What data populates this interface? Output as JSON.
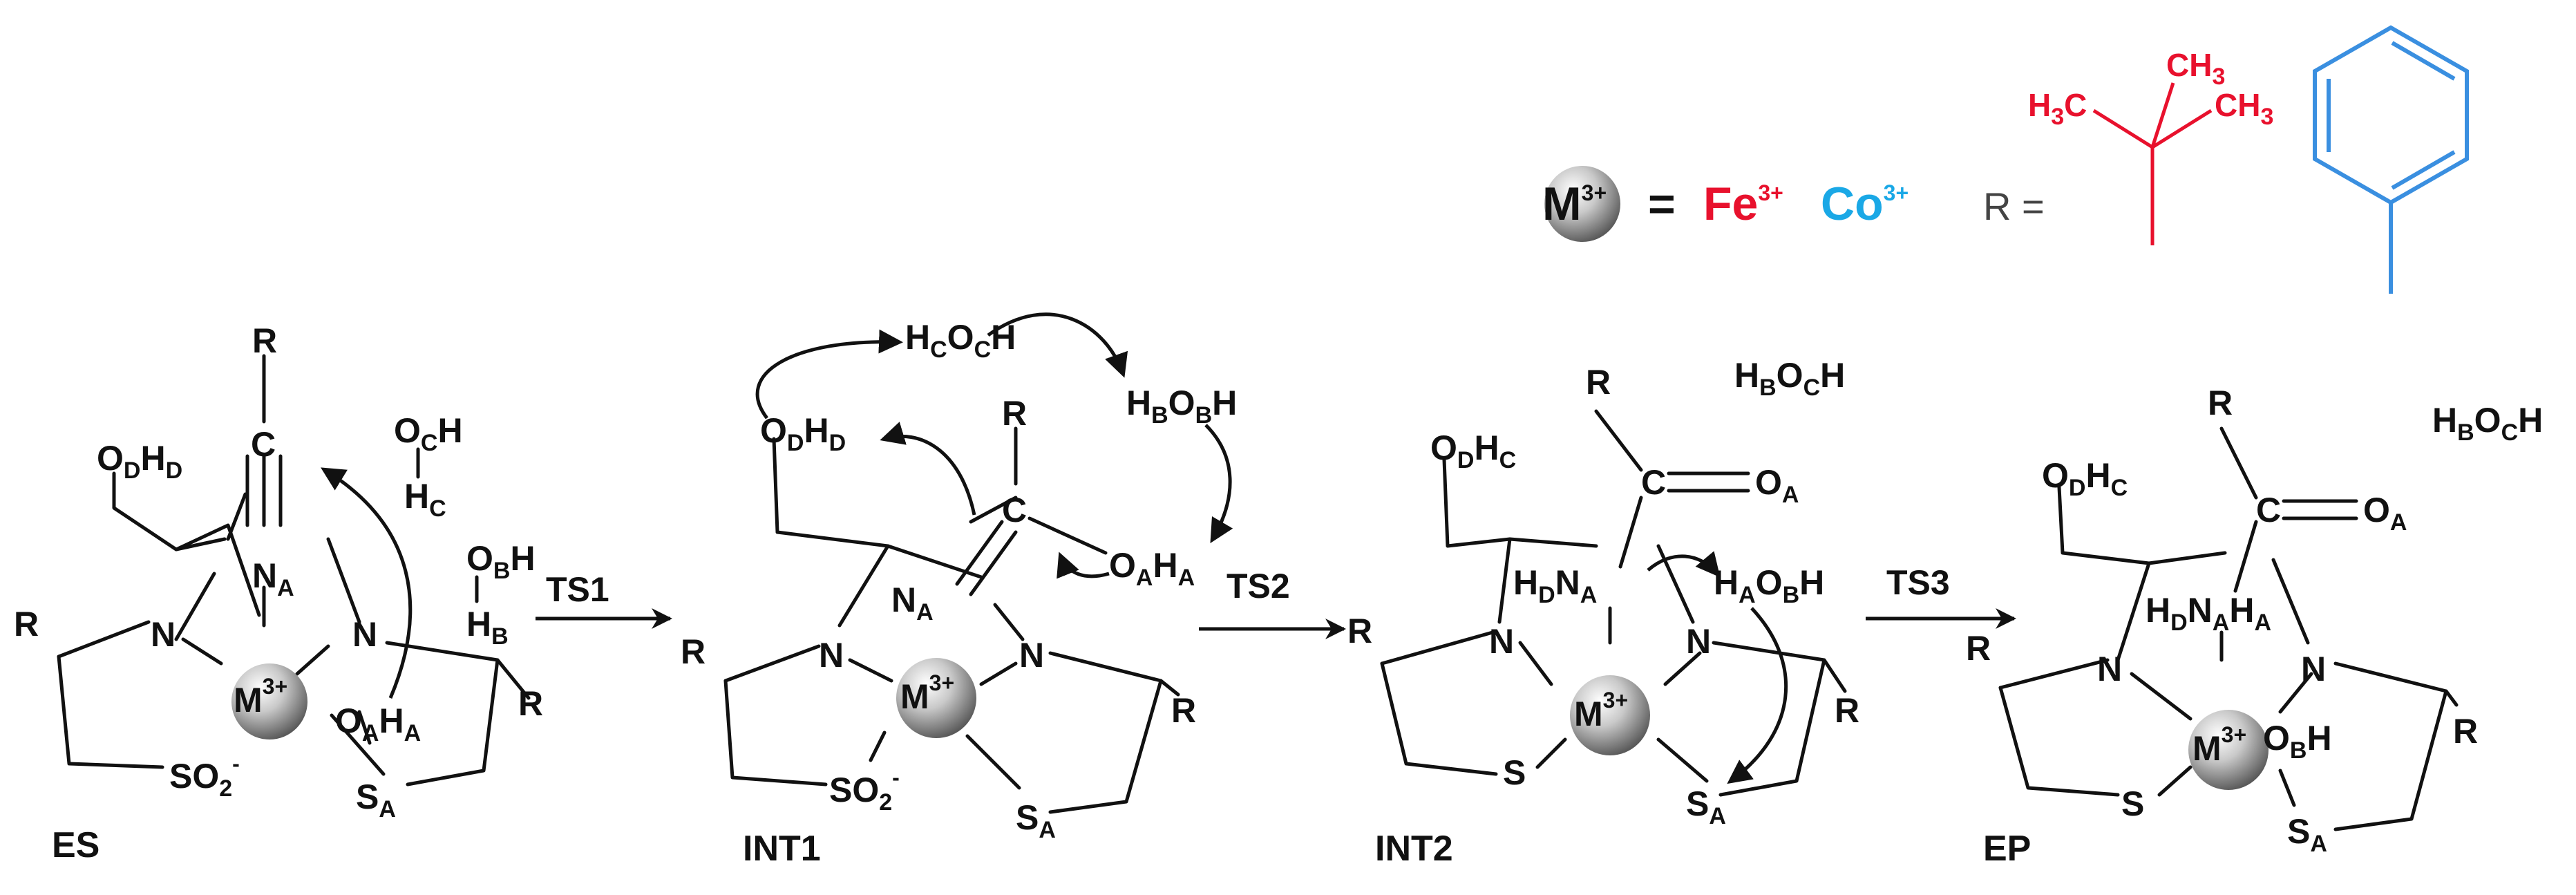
{
  "legend": {
    "metal_symbol": "M",
    "metal_charge": "3+",
    "equals": "=",
    "metal_options": [
      {
        "symbol": "Fe",
        "charge": "3+",
        "color": "#e8112d"
      },
      {
        "symbol": "Co",
        "charge": "3+",
        "color": "#1aa8e6"
      }
    ],
    "r_label": "R =",
    "r_groups": [
      {
        "name": "tert-butyl",
        "color": "#e8112d",
        "atoms": [
          "H",
          "3",
          "C",
          "CH",
          "3",
          "CH",
          "3"
        ]
      },
      {
        "name": "phenyl",
        "color": "#3a8fe0"
      }
    ]
  },
  "states": [
    "ES",
    "INT1",
    "INT2",
    "EP"
  ],
  "transitions": [
    "TS1",
    "TS2",
    "TS3"
  ],
  "atoms": {
    "O": "O",
    "H": "H",
    "C": "C",
    "N": "N",
    "R": "R",
    "S": "S",
    "M": "M",
    "SO": "SO",
    "two": "2",
    "minus": "-",
    "plus3": "3+",
    "subA": "A",
    "subB": "B",
    "subC": "C",
    "subD": "D"
  },
  "colors": {
    "bond": "#111111",
    "fe": "#e8112d",
    "co": "#1aa8e6",
    "phenyl": "#3a8fe0"
  }
}
